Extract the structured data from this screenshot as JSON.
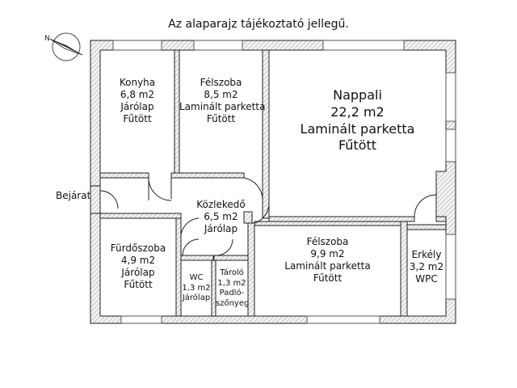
{
  "disclaimer": "Az alaparajz tájékoztató jellegű.",
  "entrance_label": "Bejárat",
  "compass": {
    "icon": "north-arrow-icon"
  },
  "rooms": {
    "konyha": {
      "name": "Konyha",
      "area": "6,8 m2",
      "floor": "Járólap",
      "heating": "Fűtött"
    },
    "felszoba1": {
      "name": "Félszoba",
      "area": "8,5 m2",
      "floor": "Laminált parketta",
      "heating": "Fűtött"
    },
    "nappali": {
      "name": "Nappali",
      "area": "22,2 m2",
      "floor": "Laminált parketta",
      "heating": "Fűtött"
    },
    "kozlekedo": {
      "name": "Közlekedő",
      "area": "6,5 m2",
      "floor": "Járólap"
    },
    "furdo": {
      "name": "Fürdőszoba",
      "area": "4,9 m2",
      "floor": "Járólap",
      "heating": "Fűtött"
    },
    "wc": {
      "name": "WC",
      "area": "1,3 m2",
      "floor": "Járólap"
    },
    "tarolo": {
      "name": "Tároló",
      "area": "1,3 m2",
      "floor1": "Padló-",
      "floor2": "szőnyeg"
    },
    "felszoba2": {
      "name": "Félszoba",
      "area": "9,9 m2",
      "floor": "Laminált parketta",
      "heating": "Fűtött"
    },
    "erkely": {
      "name": "Erkély",
      "area": "3,2 m2",
      "floor": "WPC"
    }
  }
}
